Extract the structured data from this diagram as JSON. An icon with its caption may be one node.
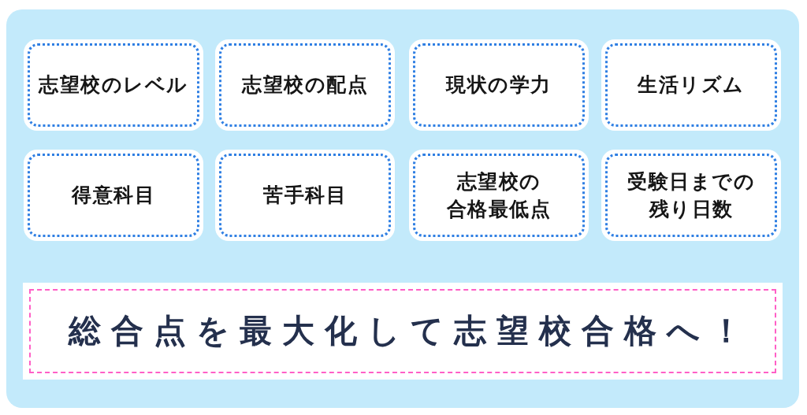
{
  "diagram": {
    "nodes": [
      {
        "text": [
          "志望校のレベル"
        ]
      },
      {
        "text": [
          "志望校の配点"
        ]
      },
      {
        "text": [
          "現状の学力"
        ]
      },
      {
        "text": [
          "生活リズム"
        ]
      },
      {
        "text": [
          "得意科目"
        ]
      },
      {
        "text": [
          "苦手科目"
        ]
      },
      {
        "text": [
          "志望校の合格最低点"
        ]
      },
      {
        "text": [
          "受験日までの残り日数"
        ]
      },
      {
        "text": [
          "総合点を最大化して志望校合格へ！"
        ]
      }
    ]
  }
}
